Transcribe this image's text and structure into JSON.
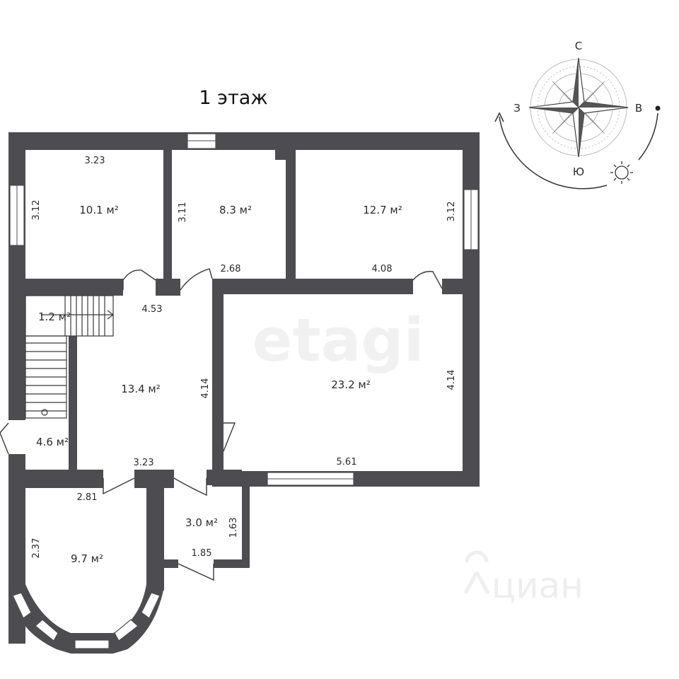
{
  "title": "1 этаж",
  "watermark": "etagi",
  "watermark2": "циан",
  "compass": {
    "north": "С",
    "south": "Ю",
    "west": "З",
    "east": "В"
  },
  "rooms": [
    {
      "id": "room-nw",
      "area": "10.1 м²",
      "dims": [
        "3.23",
        "3.12"
      ]
    },
    {
      "id": "room-n-mid",
      "area": "8.3 м²",
      "dims": [
        "3.11",
        "2.68"
      ]
    },
    {
      "id": "room-ne",
      "area": "12.7 м²",
      "dims": [
        "4.08",
        "3.12"
      ]
    },
    {
      "id": "room-stair",
      "area": "1.2 м²",
      "dims": []
    },
    {
      "id": "room-vestibule",
      "area": "4.6 м²",
      "dims": []
    },
    {
      "id": "room-hall",
      "area": "13.4 м²",
      "dims": [
        "4.53",
        "4.14",
        "3.23"
      ]
    },
    {
      "id": "room-living",
      "area": "23.2 м²",
      "dims": [
        "4.14",
        "5.61"
      ]
    },
    {
      "id": "room-bay",
      "area": "9.7 м²",
      "dims": [
        "2.81",
        "2.37"
      ]
    },
    {
      "id": "room-wc",
      "area": "3.0 м²",
      "dims": [
        "1.63",
        "1.85"
      ]
    }
  ],
  "colors": {
    "wall": "#4d4c51",
    "text": "#2b2b2b",
    "background": "#ffffff"
  }
}
